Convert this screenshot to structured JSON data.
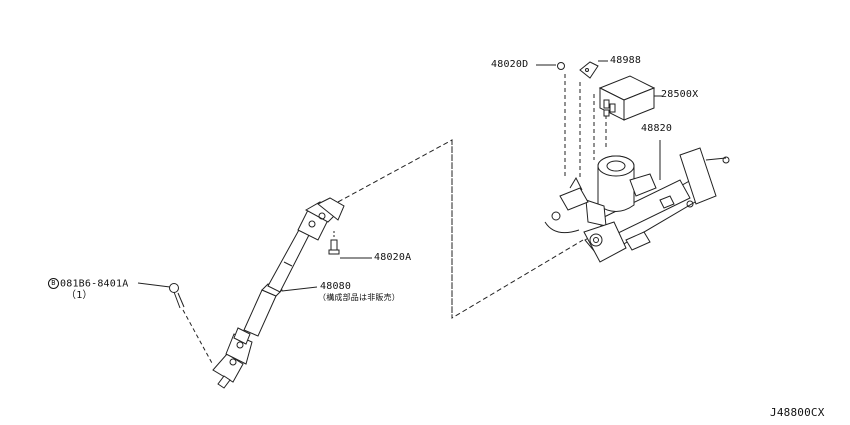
{
  "labels": {
    "p48020d": "48020D",
    "p48988": "48988",
    "p28500x": "28500X",
    "p48820": "48820",
    "p48020a": "48020A",
    "p48080": "48080",
    "p48080_note": "（構成部品は非販売）",
    "bolt_circle": "B",
    "bolt_part": "081B6-8401A",
    "bolt_qty": "（1）",
    "ref_code": "J48800CX"
  },
  "colors": {
    "line": "#222222",
    "background": "#ffffff"
  }
}
